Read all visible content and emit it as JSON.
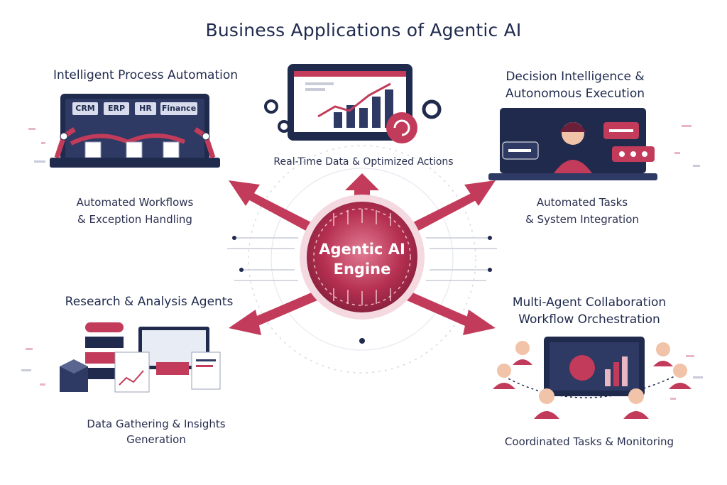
{
  "title": "Business Applications of Agentic AI",
  "center": {
    "line1": "Agentic AI",
    "line2": "Engine"
  },
  "panels": {
    "top_left": {
      "heading": "Intelligent Process Automation",
      "systems": [
        "CRM",
        "ERP",
        "HR",
        "Finance"
      ],
      "caption_line1": "Automated Workflows",
      "caption_line2": "& Exception Handling"
    },
    "top_center": {
      "caption": "Real-Time Data & Optimized Actions"
    },
    "top_right": {
      "heading_line1": "Decision Intelligence &",
      "heading_line2": "Autonomous Execution",
      "caption_line1": "Automated Tasks",
      "caption_line2": "& System Integration"
    },
    "bottom_left": {
      "heading": "Research & Analysis Agents",
      "caption_line1": "Data Gathering & Insights",
      "caption_line2": "Generation"
    },
    "bottom_right": {
      "heading_line1": "Multi-Agent Collaboration",
      "heading_line2": "Workflow Orchestration",
      "caption": "Coordinated Tasks & Monitoring"
    }
  },
  "colors": {
    "primary": "#c23b5a",
    "dark": "#1f2a4d",
    "light_pink": "#e9b7c3"
  }
}
